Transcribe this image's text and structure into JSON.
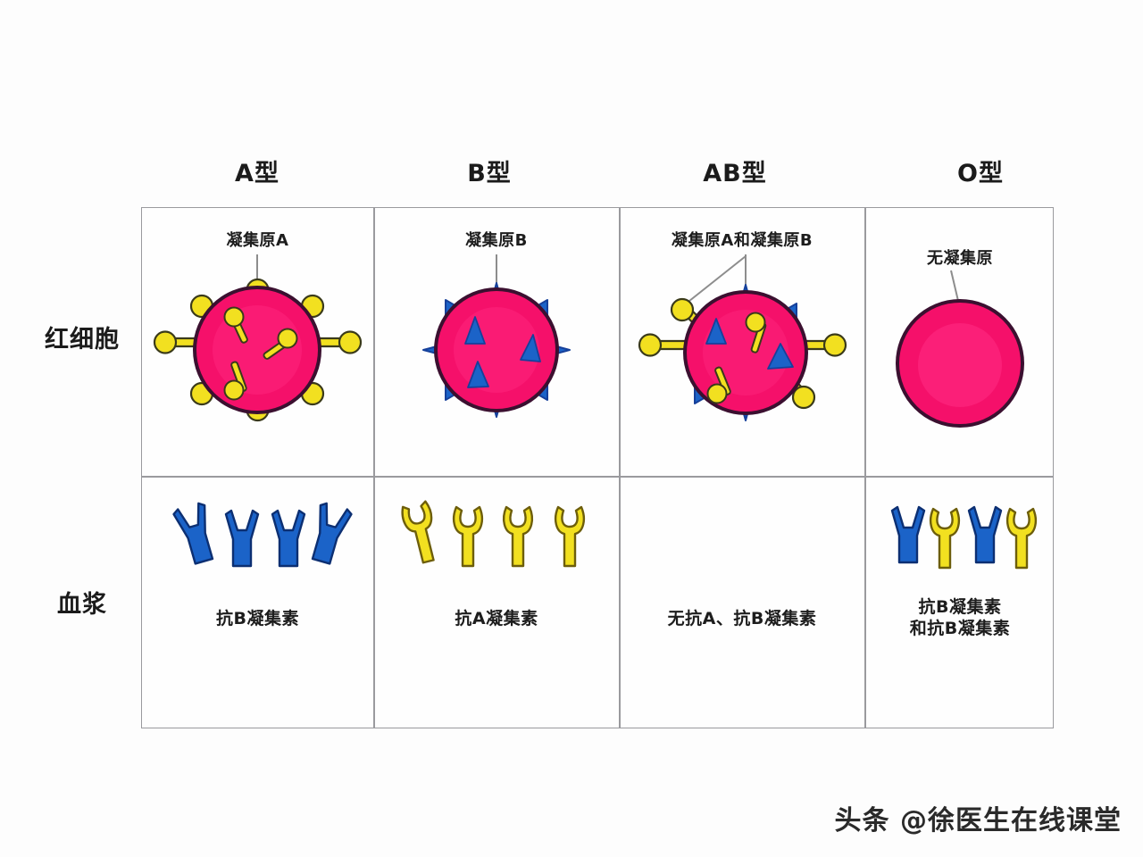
{
  "figure": {
    "title_absent": true,
    "watermark": "头条 @徐医生在线课堂"
  },
  "row_labels": {
    "rbc": "红细胞",
    "plasma": "血浆"
  },
  "columns": [
    {
      "key": "A",
      "header": "A型",
      "antigen_caption": "凝集原A",
      "antigen_types": [
        "A"
      ],
      "antibody_caption": "抗B凝集素",
      "antibody_colors": [
        "#1b63c8",
        "#1b63c8",
        "#1b63c8",
        "#1b63c8"
      ]
    },
    {
      "key": "B",
      "header": "B型",
      "antigen_caption": "凝集原B",
      "antigen_types": [
        "B"
      ],
      "antibody_caption": "抗A凝集素",
      "antibody_colors": [
        "#f2e020",
        "#f2e020",
        "#f2e020",
        "#f2e020"
      ]
    },
    {
      "key": "AB",
      "header": "AB型",
      "antigen_caption": "凝集原A和凝集原B",
      "antigen_types": [
        "A",
        "B"
      ],
      "antibody_caption": "无抗A、抗B凝集素",
      "antibody_colors": []
    },
    {
      "key": "O",
      "header": "O型",
      "antigen_caption": "无凝集原",
      "antigen_types": [],
      "antibody_caption": "抗B凝集素\n和抗B凝集素",
      "antibody_colors": [
        "#1b63c8",
        "#f2e020",
        "#1b63c8",
        "#f2e020"
      ]
    }
  ],
  "colors": {
    "cell_fill": "#f5106a",
    "cell_fill_light": "#fb1f78",
    "cell_outline": "#3b1030",
    "antigen_a": "#f2e020",
    "antigen_b": "#1b63c8",
    "antigen_b_dark": "#16409a",
    "outline": "#2b2b2b",
    "grid": "#9a9a9e",
    "background": "#fdfdfd",
    "text": "#1b1b1b"
  }
}
